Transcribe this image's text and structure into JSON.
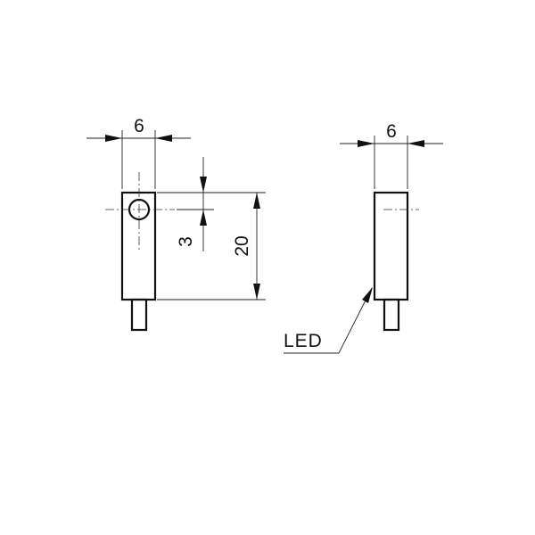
{
  "dimensions": {
    "front_width": "6",
    "side_width": "6",
    "hole_offset": "3",
    "body_length": "20"
  },
  "labels": {
    "led": "LED"
  }
}
